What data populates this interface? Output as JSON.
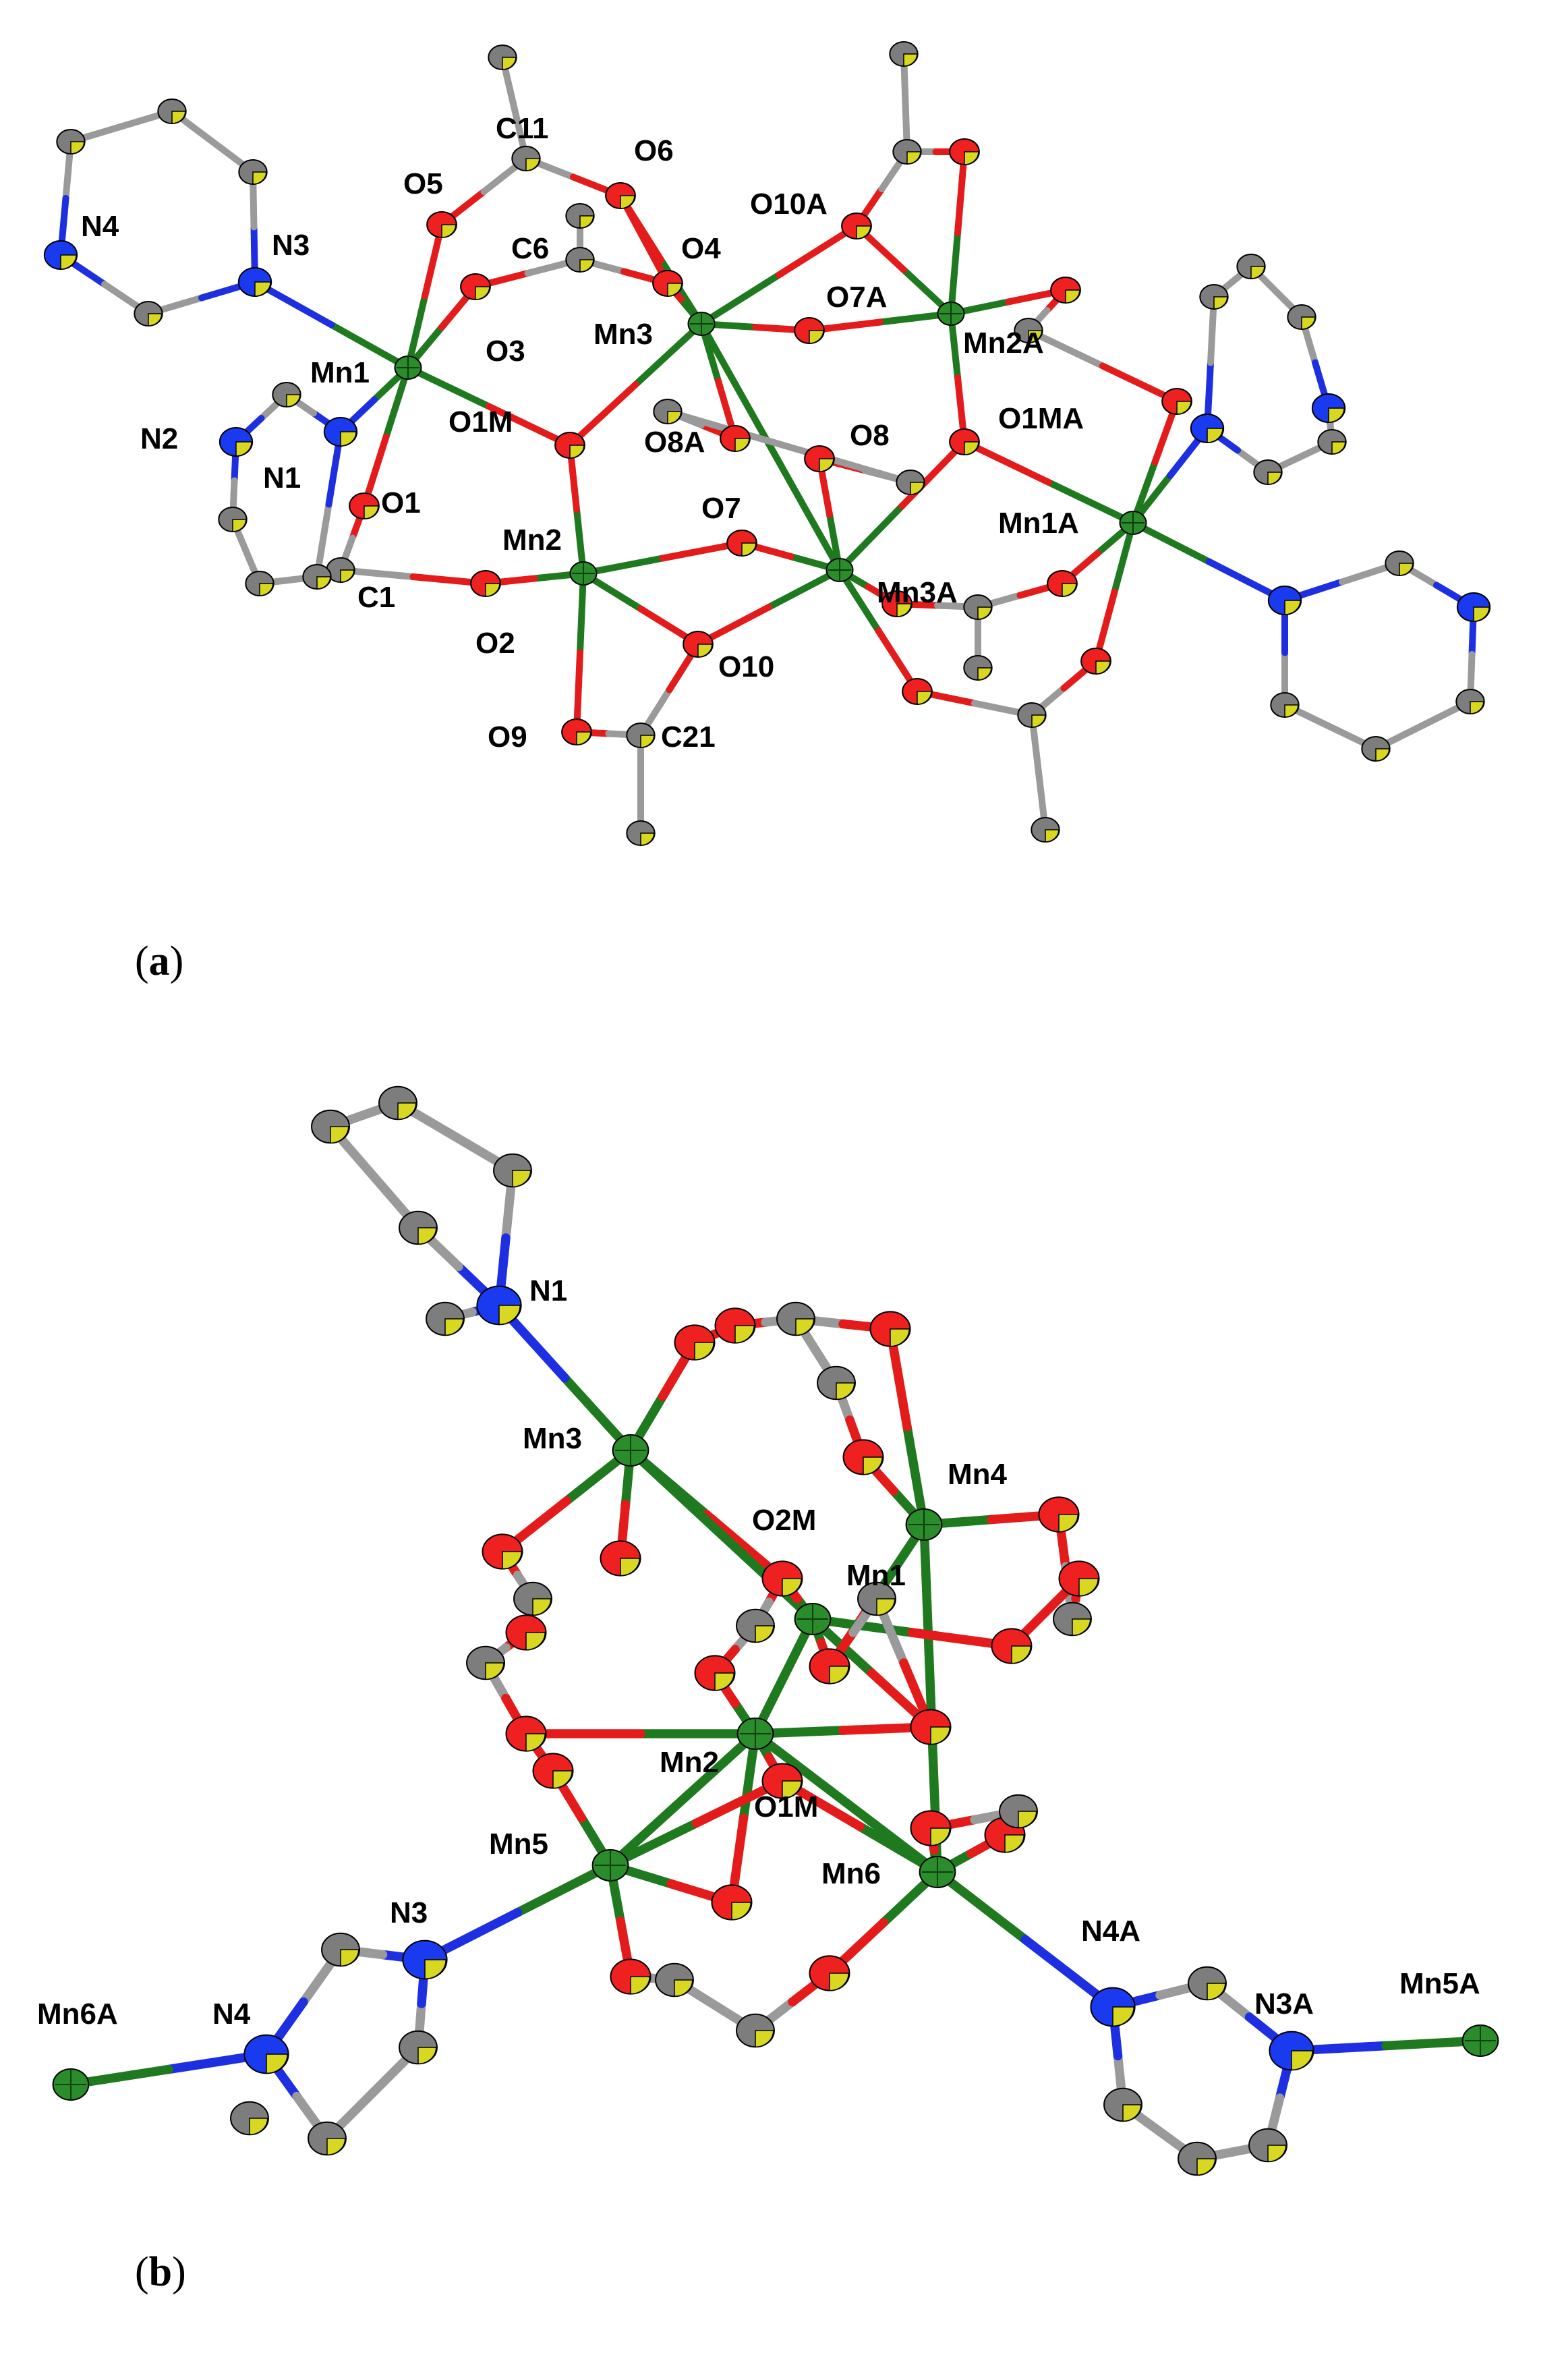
{
  "colors": {
    "mn_bond": "#1f7a1f",
    "o_bond": "#e41b1b",
    "n_bond": "#1d2fe0",
    "c_bond": "#9a9a9a",
    "mn_atom": "#2a8c2a",
    "o_atom": "#ee2020",
    "n_atom": "#1a3af0",
    "c_atom": "#7d7d7d",
    "ellipsoid_octant": "#d8d820"
  },
  "panel_a": {
    "label_open": "(",
    "label_letter": "a",
    "label_close": ")",
    "atom_labels": {
      "n4": "N4",
      "n3": "N3",
      "o5": "O5",
      "c11": "C11",
      "o6": "O6",
      "o10a": "O10A",
      "c6": "C6",
      "o4": "O4",
      "mn1": "Mn1",
      "o3": "O3",
      "mn3": "Mn3",
      "o7a": "O7A",
      "mn2a": "Mn2A",
      "n2": "N2",
      "n1": "N1",
      "o1m": "O1M",
      "o8a": "O8A",
      "o8": "O8",
      "o1ma": "O1MA",
      "o1": "O1",
      "o7": "O7",
      "mn1a": "Mn1A",
      "mn2": "Mn2",
      "c1": "C1",
      "mn3a": "Mn3A",
      "o2": "O2",
      "o10": "O10",
      "o9": "O9",
      "c21": "C21"
    }
  },
  "panel_b": {
    "label_open": "(",
    "label_letter": "b",
    "label_close": ")",
    "atom_labels": {
      "n1": "N1",
      "mn3": "Mn3",
      "mn4": "Mn4",
      "o2m": "O2M",
      "mn1": "Mn1",
      "mn2": "Mn2",
      "o1m": "O1M",
      "mn5": "Mn5",
      "mn6": "Mn6",
      "n3": "N3",
      "n4a": "N4A",
      "n3a": "N3A",
      "mn5a": "Mn5A",
      "mn6a": "Mn6A",
      "n4": "N4"
    }
  }
}
